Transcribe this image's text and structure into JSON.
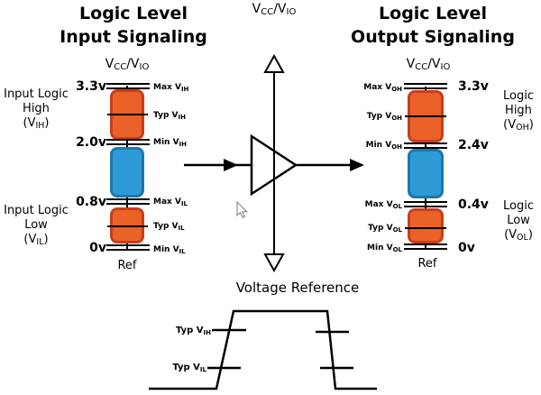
{
  "colors": {
    "orange-fill": "#EA6227",
    "orange-border": "#C93D1D",
    "blue-fill": "#2E9BD6",
    "blue-border": "#1C77AE",
    "line": "#000000"
  },
  "left": {
    "title": [
      "Logic Level",
      "Input Signaling"
    ],
    "rail": {
      "p1": "V",
      "s1": "CC",
      "p2": "/V",
      "s2": "IO"
    },
    "high_label": {
      "l1": "Input Logic",
      "l2": "High",
      "p": {
        "pre": "(V",
        "sub": "IH",
        "post": ")"
      }
    },
    "low_label": {
      "l1": "Input Logic",
      "l2": "Low",
      "p": {
        "pre": "(V",
        "sub": "IL",
        "post": ")"
      }
    },
    "voltages": [
      "3.3v",
      "2.0v",
      "0.8v",
      "0v"
    ],
    "markers": [
      {
        "pre": "Max V",
        "sub": "IH"
      },
      {
        "pre": "Typ V",
        "sub": "IH"
      },
      {
        "pre": "Min V",
        "sub": "IH"
      },
      {
        "pre": "Max V",
        "sub": "IL"
      },
      {
        "pre": "Typ V",
        "sub": "IL"
      },
      {
        "pre": "Min V",
        "sub": "IL"
      }
    ],
    "ref": "Ref"
  },
  "middle": {
    "rail": {
      "p1": "V",
      "s1": "CC",
      "p2": "/V",
      "s2": "IO"
    },
    "reference_label": "Voltage Reference"
  },
  "right": {
    "title": [
      "Logic Level",
      "Output Signaling"
    ],
    "rail": {
      "p1": "V",
      "s1": "CC",
      "p2": "/V",
      "s2": "IO"
    },
    "high_label": {
      "l1": "Logic",
      "l2": "High",
      "p": {
        "pre": "(V",
        "sub": "OH",
        "post": ")"
      }
    },
    "low_label": {
      "l1": "Logic",
      "l2": "Low",
      "p": {
        "pre": "(V",
        "sub": "OL",
        "post": ")"
      }
    },
    "voltages": [
      "3.3v",
      "2.4v",
      "0.4v",
      "0v"
    ],
    "markers": [
      {
        "pre": "Max V",
        "sub": "OH"
      },
      {
        "pre": "Typ V",
        "sub": "OH"
      },
      {
        "pre": "Min V",
        "sub": "OH"
      },
      {
        "pre": "Max V",
        "sub": "OL"
      },
      {
        "pre": "Typ V",
        "sub": "OL"
      },
      {
        "pre": "Min V",
        "sub": "OL"
      }
    ],
    "ref": "Ref"
  },
  "waveform": {
    "labels": [
      {
        "pre": "Typ V",
        "sub": "IH"
      },
      {
        "pre": "Typ V",
        "sub": "IL"
      }
    ]
  }
}
